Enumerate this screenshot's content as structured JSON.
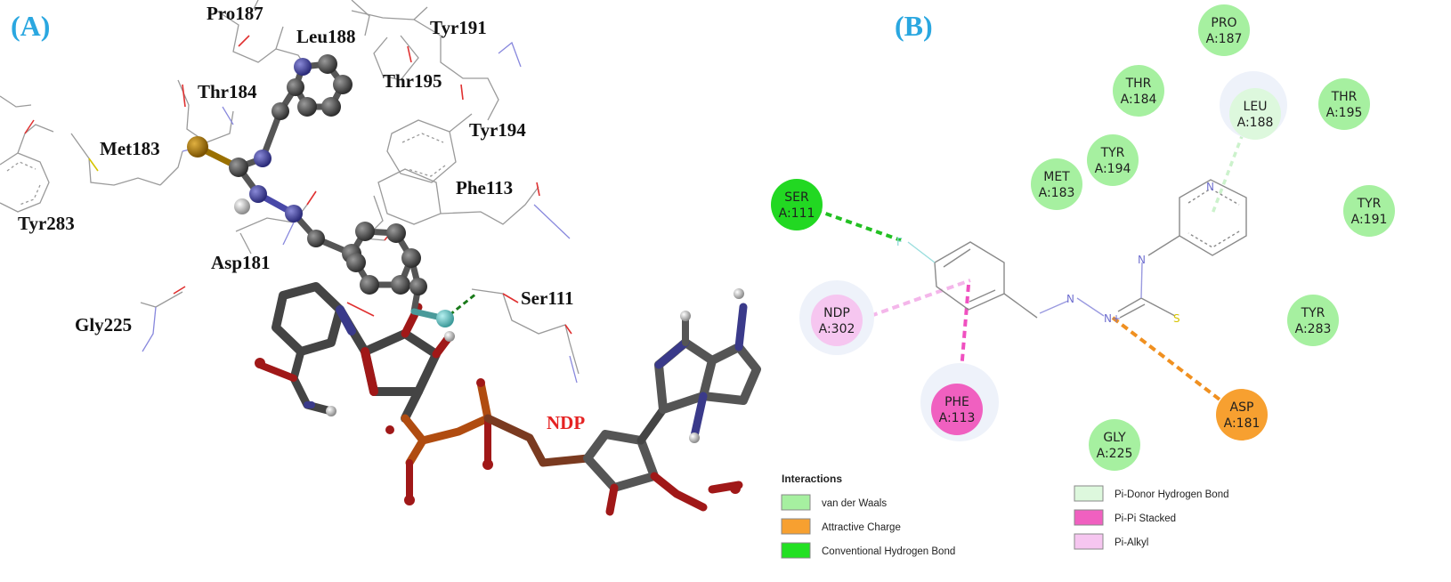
{
  "panels": {
    "a": {
      "letter": "(A)",
      "residues": [
        "Pro187",
        "Leu188",
        "Tyr191",
        "Thr184",
        "Thr195",
        "Met183",
        "Tyr194",
        "Phe113",
        "Tyr283",
        "Asp181",
        "Ser111",
        "Gly225"
      ],
      "ligand_label": "NDP"
    },
    "b": {
      "letter": "(B)",
      "residues": [
        {
          "name": "PRO",
          "id": "A:187",
          "interaction": "van der Waals"
        },
        {
          "name": "THR",
          "id": "A:184",
          "interaction": "van der Waals"
        },
        {
          "name": "LEU",
          "id": "A:188",
          "interaction": "Pi-Donor Hydrogen Bond"
        },
        {
          "name": "THR",
          "id": "A:195",
          "interaction": "van der Waals"
        },
        {
          "name": "TYR",
          "id": "A:194",
          "interaction": "van der Waals"
        },
        {
          "name": "MET",
          "id": "A:183",
          "interaction": "van der Waals"
        },
        {
          "name": "SER",
          "id": "A:111",
          "interaction": "Conventional Hydrogen Bond"
        },
        {
          "name": "TYR",
          "id": "A:191",
          "interaction": "van der Waals"
        },
        {
          "name": "NDP",
          "id": "A:302",
          "interaction": "Pi-Alkyl"
        },
        {
          "name": "TYR",
          "id": "A:283",
          "interaction": "van der Waals"
        },
        {
          "name": "PHE",
          "id": "A:113",
          "interaction": "Pi-Pi Stacked"
        },
        {
          "name": "ASP",
          "id": "A:181",
          "interaction": "Attractive Charge"
        },
        {
          "name": "GLY",
          "id": "A:225",
          "interaction": "van der Waals"
        }
      ],
      "atom_labels": {
        "fluorine": "F",
        "nitrogen": "N",
        "nitrogen_plus": "N+",
        "sulfur": "S"
      }
    }
  },
  "legend": {
    "title": "Interactions",
    "items": [
      {
        "label": "van der Waals",
        "color": "#a6f0a0"
      },
      {
        "label": "Attractive Charge",
        "color": "#f7a030"
      },
      {
        "label": "Conventional Hydrogen Bond",
        "color": "#22e022"
      },
      {
        "label": "Pi-Donor Hydrogen Bond",
        "color": "#ddf8dd"
      },
      {
        "label": "Pi-Pi Stacked",
        "color": "#f060c0"
      },
      {
        "label": "Pi-Alkyl",
        "color": "#f6c6f0"
      }
    ]
  }
}
